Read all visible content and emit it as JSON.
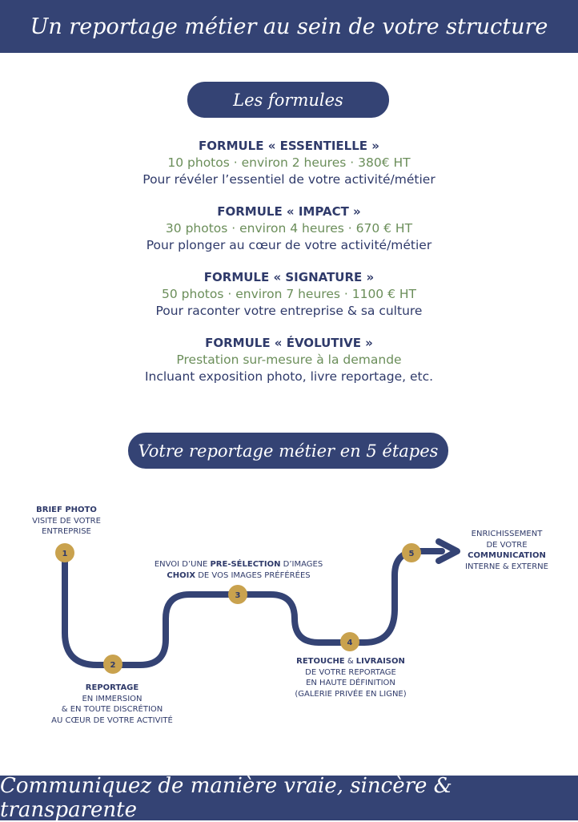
{
  "header": {
    "title": "Un reportage métier au sein de votre structure"
  },
  "formulas_section": {
    "title": "Les formules",
    "items": [
      {
        "name": "FORMULE « ESSENTIELLE »",
        "detail": "10 photos · environ 2 heures · 380€ HT",
        "desc": "Pour révéler l’essentiel de votre activité/métier"
      },
      {
        "name": "FORMULE « IMPACT »",
        "detail": "30 photos · environ 4 heures · 670 € HT",
        "desc": "Pour plonger au cœur de votre activité/métier"
      },
      {
        "name": "FORMULE « SIGNATURE »",
        "detail": "50 photos · environ 7 heures · 1100 € HT",
        "desc": "Pour raconter votre entreprise & sa culture"
      },
      {
        "name": "FORMULE « ÉVOLUTIVE »",
        "detail": "Prestation sur-mesure à la demande",
        "desc": "Incluant exposition photo, livre reportage, etc."
      }
    ]
  },
  "steps_section": {
    "title": "Votre reportage métier en 5 étapes",
    "colors": {
      "path": "#344374",
      "marker": "#c9a24e"
    },
    "steps": [
      {
        "number": "1",
        "bold": "BRIEF PHOTO",
        "lines": [
          "VISITE DE VOTRE",
          "ENTREPRISE"
        ]
      },
      {
        "number": "2",
        "bold": "REPORTAGE",
        "lines": [
          "EN IMMERSION",
          "& EN TOUTE DISCRÉTION",
          "AU CŒUR DE VOTRE ACTIVITÉ"
        ]
      },
      {
        "number": "3",
        "line1_pre": "ENVOI D’UNE ",
        "line1_bold": "PRE-SÉLECTION",
        "line1_post": " D’IMAGES",
        "line2_bold": "CHOIX",
        "line2_post": " DE VOS IMAGES PRÉFÉRÉES"
      },
      {
        "number": "4",
        "bold1": "RETOUCHE",
        "mid": " & ",
        "bold2": "LIVRAISON",
        "lines": [
          "DE VOTRE REPORTAGE",
          "EN HAUTE DÉFINITION",
          "(GALERIE PRIVÉE EN LIGNE)"
        ]
      },
      {
        "number": "5",
        "line1": "ENRICHISSEMENT",
        "line2": "DE VOTRE",
        "bold": "COMMUNICATION",
        "line4": "INTERNE & EXTERNE"
      }
    ]
  },
  "footer": {
    "tagline": "Communiquez de manière vraie, sincère & transparente"
  }
}
